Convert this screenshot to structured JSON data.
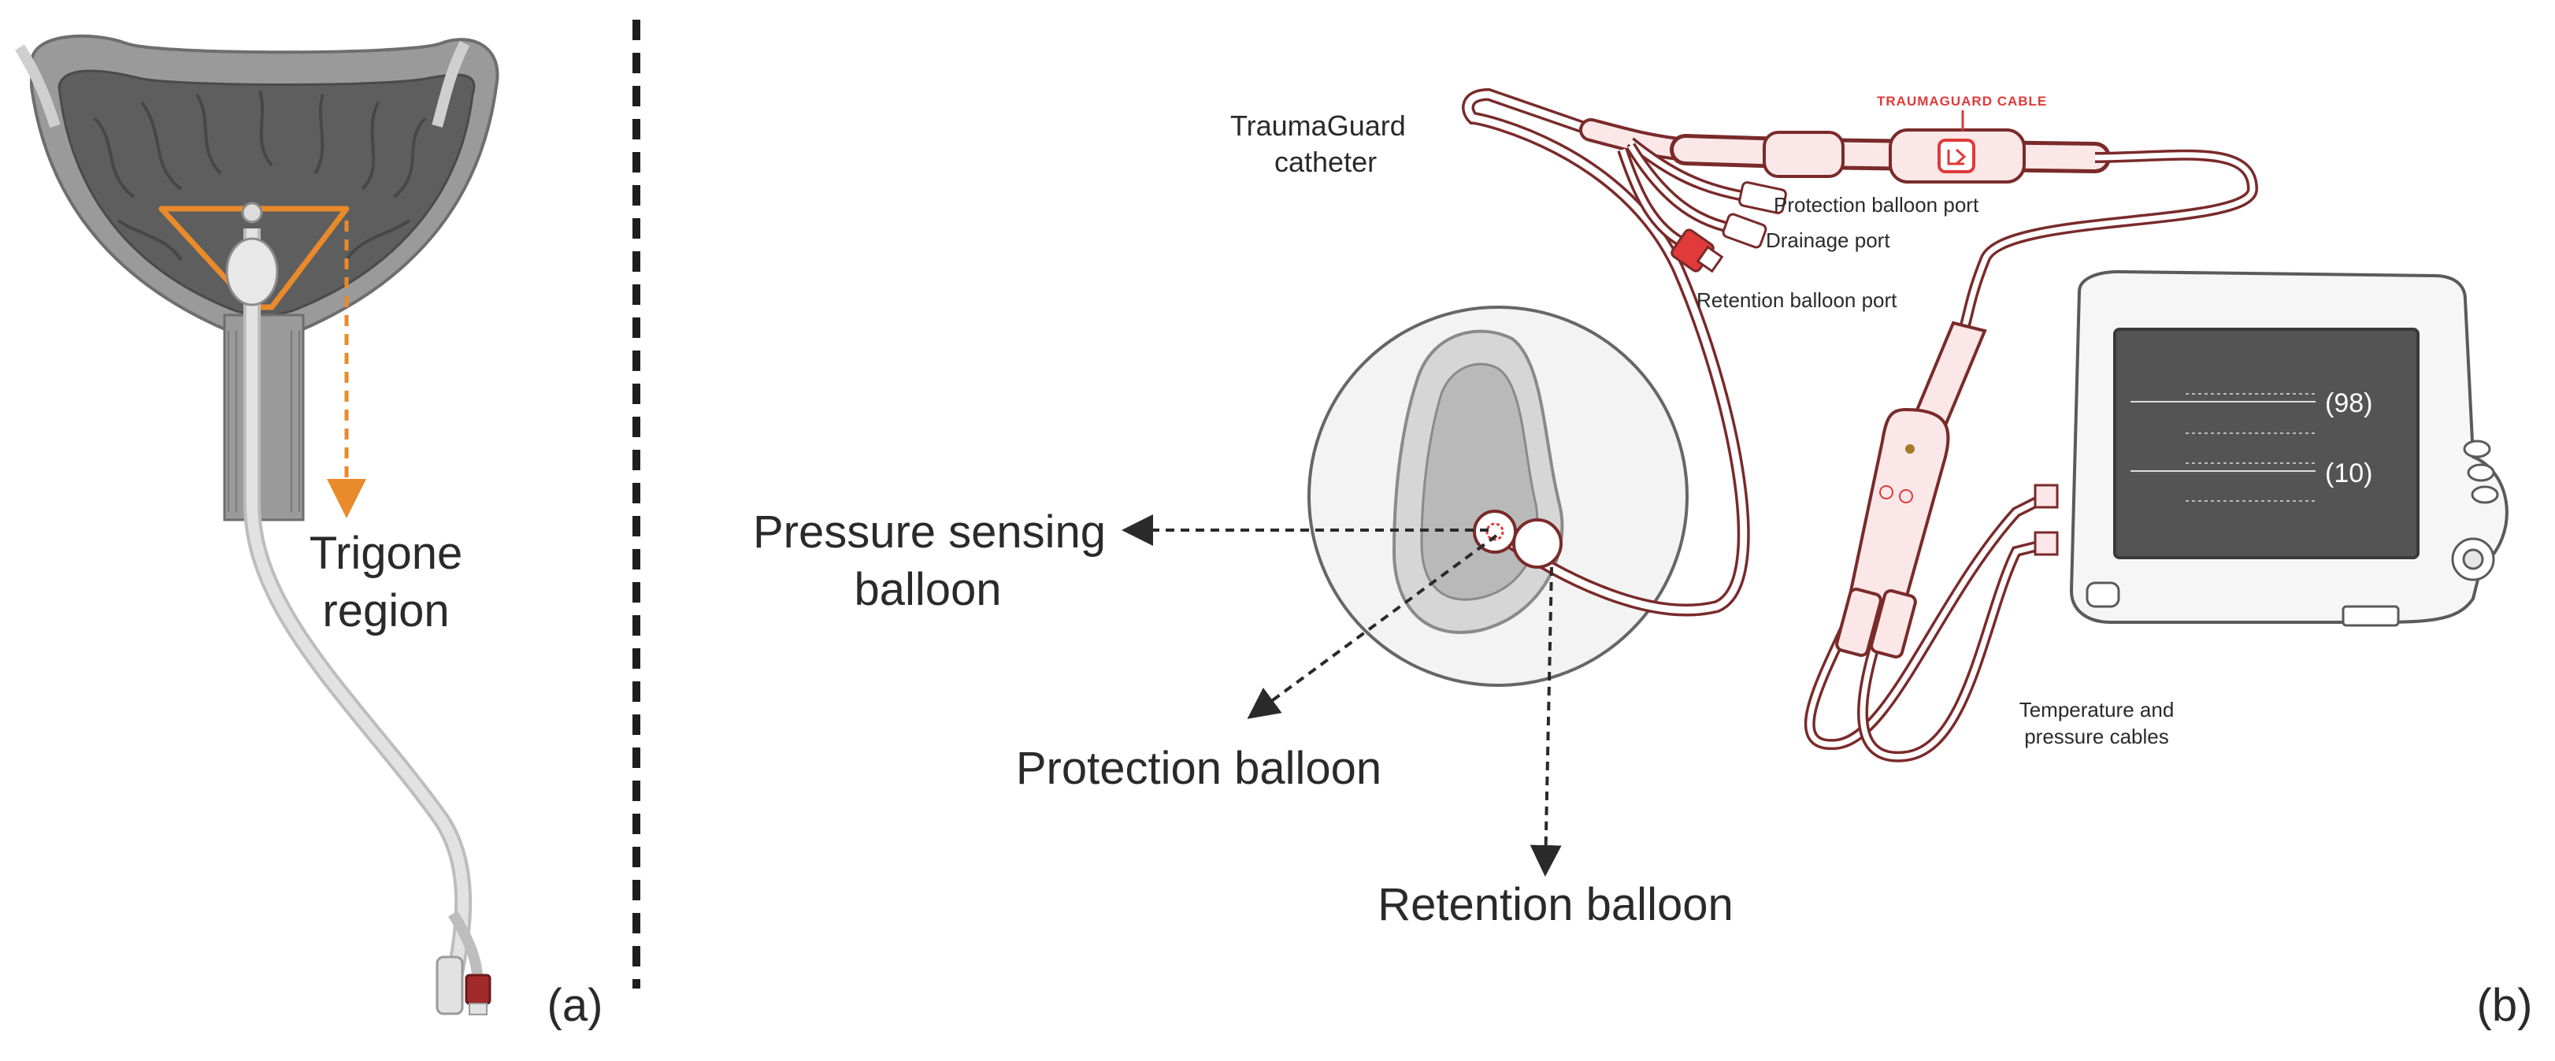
{
  "colors": {
    "tissue_dark": "#6e6e6e",
    "tissue_mid": "#9a9a9a",
    "tissue_light": "#cfcfcf",
    "catheter": "#d9d9d9",
    "accent_orange": "#e98a2b",
    "cable_red": "#e03a3a",
    "cable_outline": "#7a2a2a",
    "monitor_screen": "#545454",
    "arrow": "#2a2a2a"
  },
  "panel_a": {
    "trigone_label_line1": "Trigone",
    "trigone_label_line2": "region",
    "panel_letter": "(a)"
  },
  "panel_b": {
    "catheter_label_line1": "TraumaGuard",
    "catheter_label_line2": "catheter",
    "cable_label": "TRAUMAGUARD CABLE",
    "port_protection": "Protection balloon port",
    "port_drainage": "Drainage port",
    "port_retention": "Retention balloon port",
    "pressure_balloon_line1": "Pressure sensing",
    "pressure_balloon_line2": "balloon",
    "protection_balloon": "Protection balloon",
    "retention_balloon": "Retention balloon",
    "cables_line1": "Temperature and",
    "cables_line2": "pressure cables",
    "monitor_value_1": "(98)",
    "monitor_value_2": "(10)",
    "panel_letter": "(b)"
  }
}
